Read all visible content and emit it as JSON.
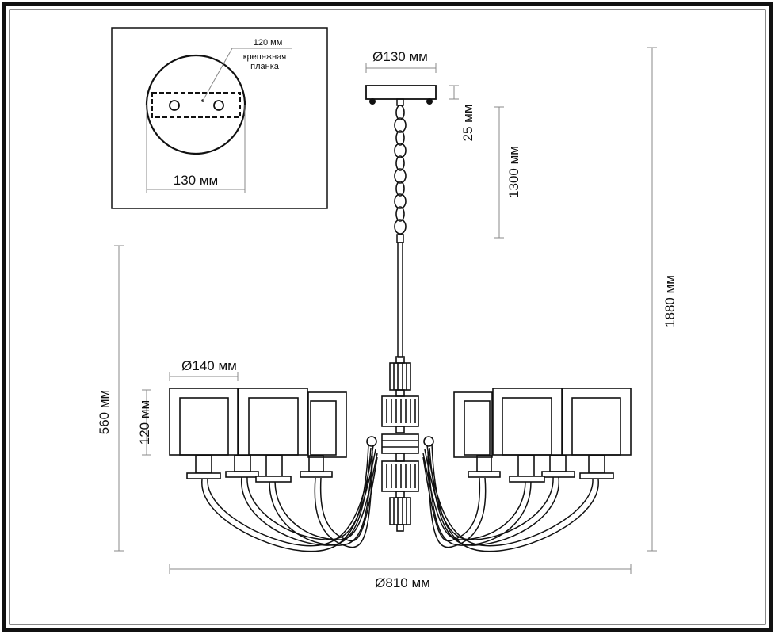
{
  "inset": {
    "bracket_width": "120 мм",
    "bracket_label_line1": "крепежная",
    "bracket_label_line2": "планка",
    "canopy_width": "130 мм"
  },
  "dimensions": {
    "canopy_diameter": "Ø130 мм",
    "canopy_height": "25 мм",
    "chain_length": "1300 мм",
    "total_height": "1880 мм",
    "body_height": "560 мм",
    "shade_height": "120 мм",
    "shade_diameter": "Ø140 мм",
    "overall_diameter": "Ø810 мм"
  }
}
